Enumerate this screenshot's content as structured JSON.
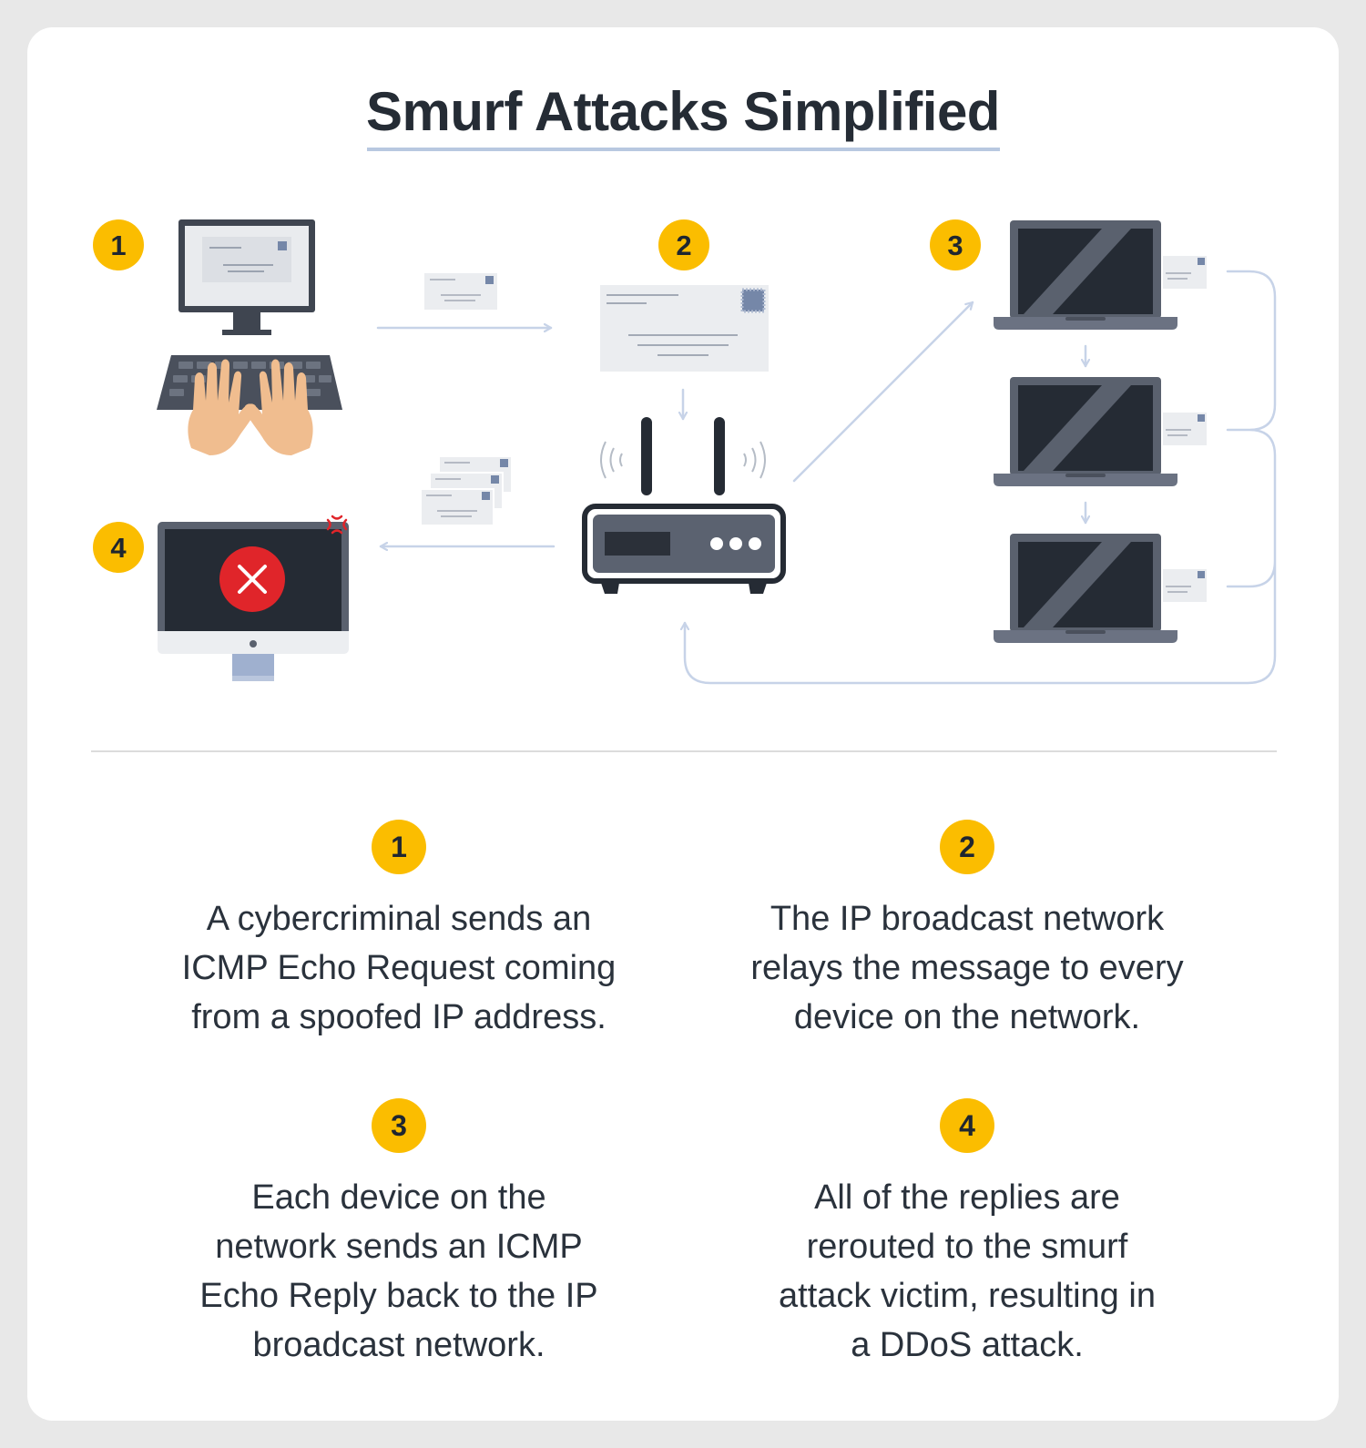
{
  "title": "Smurf Attacks Simplified",
  "colors": {
    "badge": "#fbbd00",
    "ink": "#252c35",
    "arrow": "#c7d3e8",
    "device_dark": "#3f4550",
    "device_mid": "#5a616e",
    "alert_red": "#e0252a"
  },
  "diagram": {
    "badges": [
      "1",
      "2",
      "3",
      "4"
    ],
    "icons": {
      "attacker": "desktop-computer-with-keyboard-and-hands-icon",
      "router": "wifi-router-icon",
      "devices": "laptop-icon",
      "victim": "monitor-with-error-icon",
      "message": "envelope-icon"
    }
  },
  "steps": [
    {
      "number": "1",
      "lines": [
        "A cybercriminal sends an",
        "ICMP Echo Request coming",
        "from a spoofed IP address."
      ]
    },
    {
      "number": "2",
      "lines": [
        "The IP broadcast network",
        "relays the message to every",
        "device on the network."
      ]
    },
    {
      "number": "3",
      "lines": [
        "Each device on the",
        "network sends an ICMP",
        "Echo Reply back to the IP",
        "broadcast network."
      ]
    },
    {
      "number": "4",
      "lines": [
        "All of the replies are",
        "rerouted to the smurf",
        "attack victim, resulting in",
        "a DDoS attack."
      ]
    }
  ]
}
